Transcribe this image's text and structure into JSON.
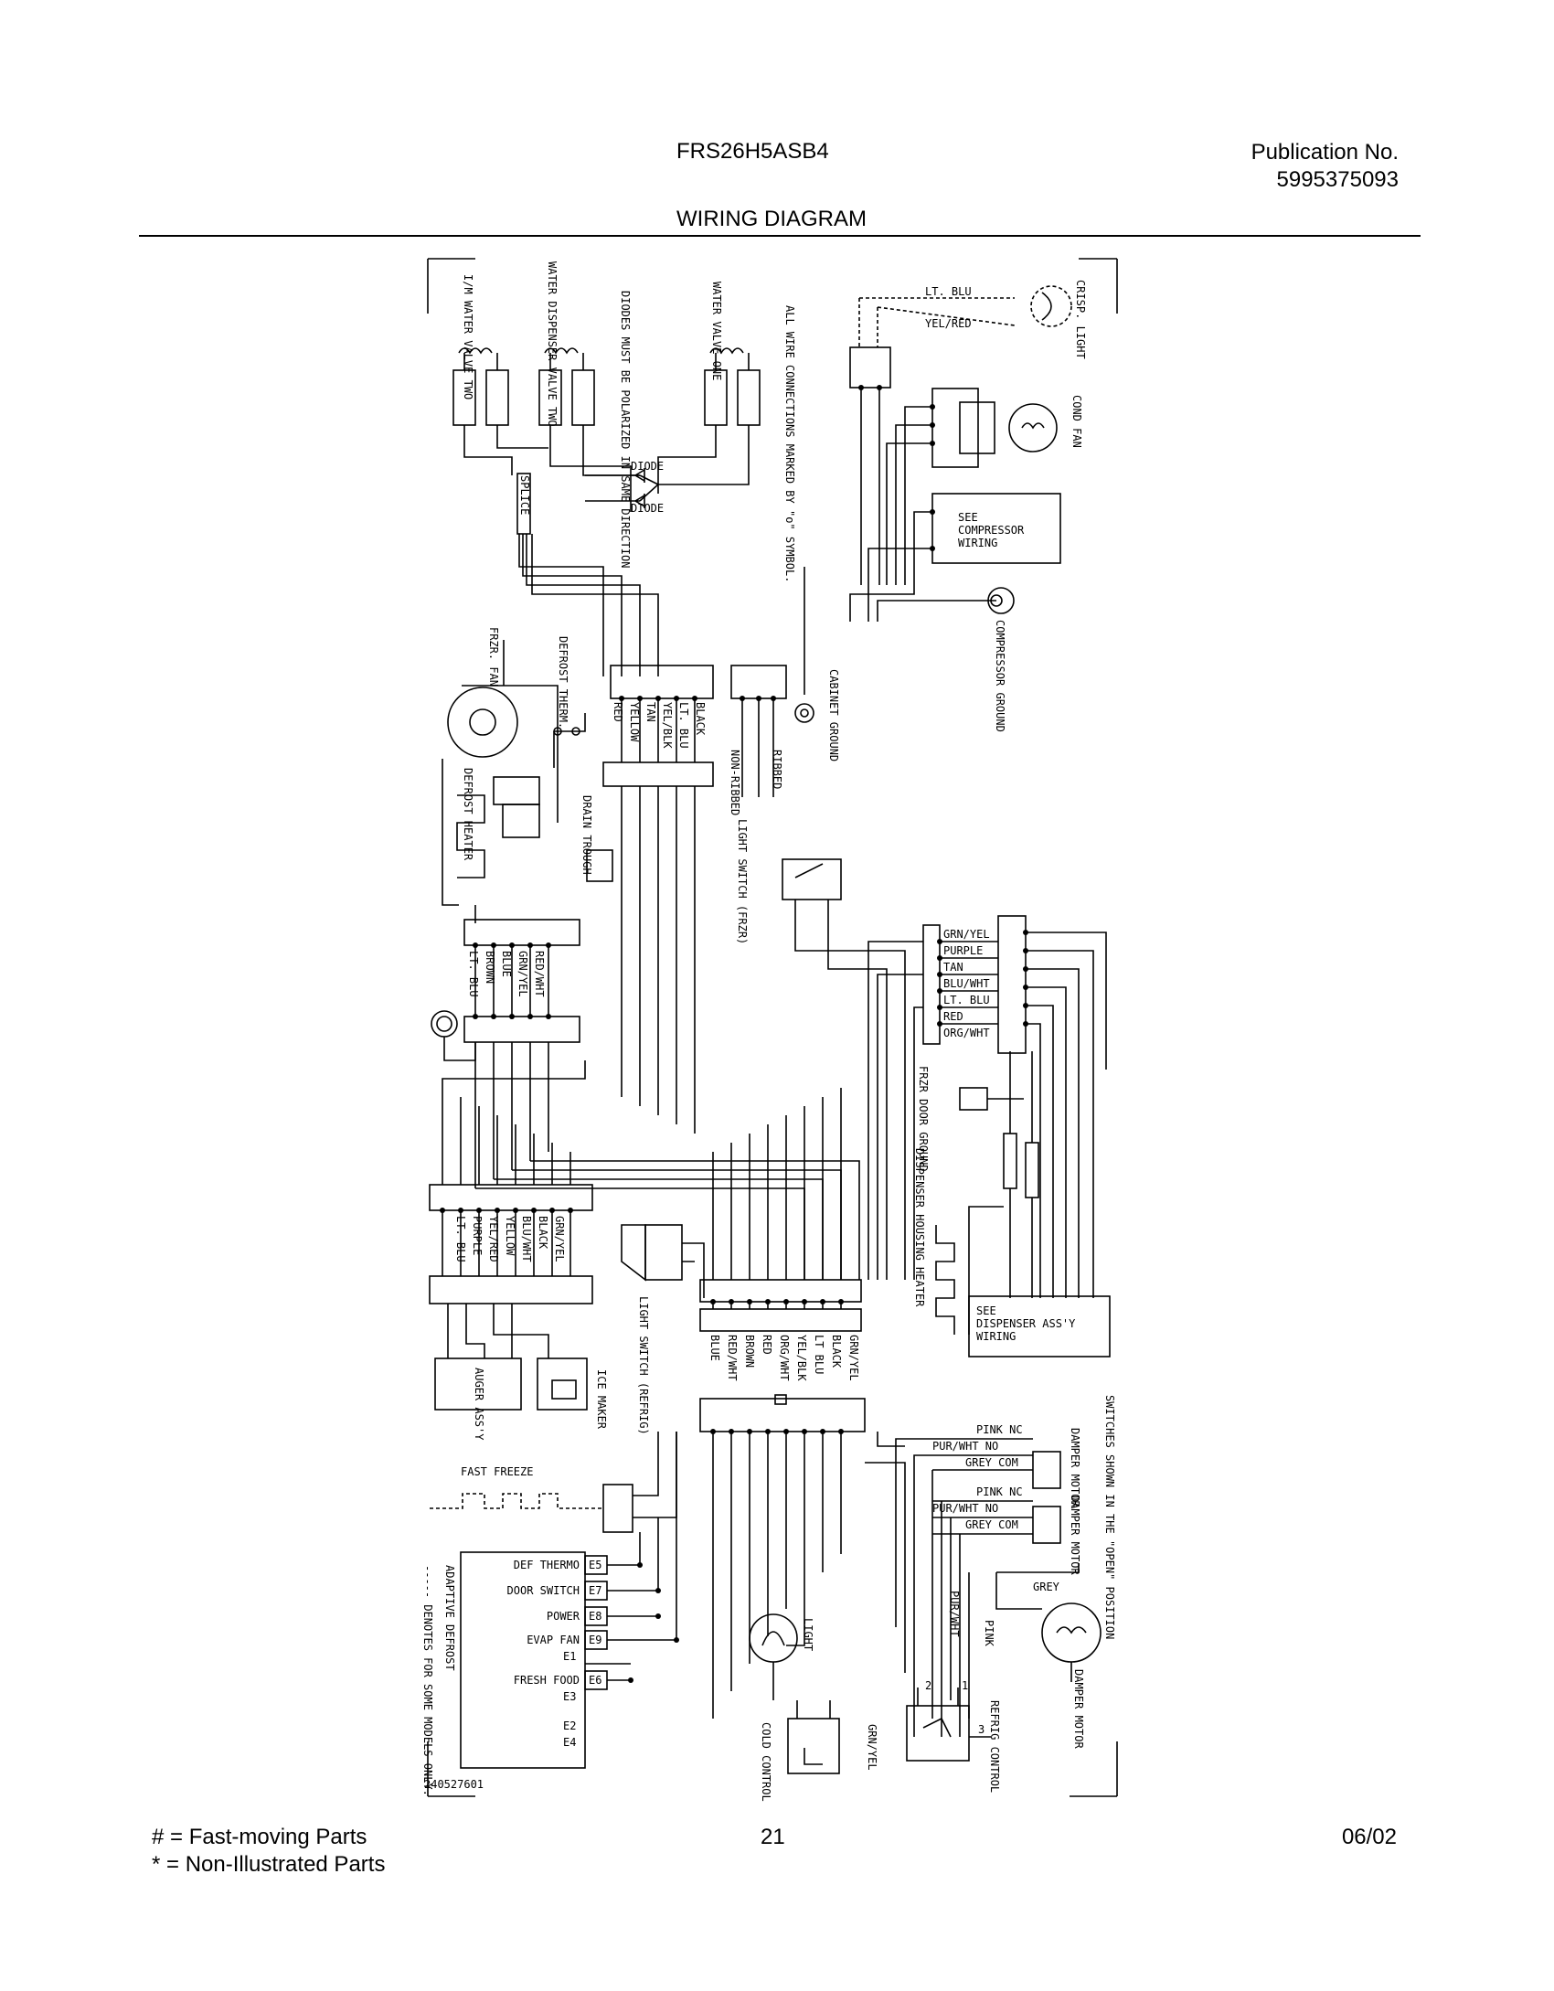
{
  "header": {
    "model": "FRS26H5ASB4",
    "publication_label": "Publication No.",
    "publication_number": "5995375093",
    "title": "WIRING DIAGRAM"
  },
  "footer": {
    "legend_fast": "# = Fast-moving Parts",
    "legend_non": "* = Non-Illustrated Parts",
    "page": "21",
    "date": "06/02"
  },
  "diagram": {
    "top_components": {
      "im_water_valve": "I/M WATER VALVE TWO",
      "dispenser_water_valve": "WATER DISPENSER VALVE TWO",
      "diodes_note": "DIODES MUST BE POLARIZED IN SAME DIRECTION",
      "water_valve_one": "WATER VALVE ONE",
      "connections_note": "ALL WIRE CONNECTIONS MARKED BY \"o\" SYMBOL.",
      "crisp_light": "CRISP. LIGHT",
      "cond_fan": "COND FAN",
      "compressor_wiring": "SEE COMPRESSOR WIRING",
      "compressor_ground": "COMPRESSOR GROUND",
      "cabinet_ground": "CABINET GROUND",
      "diode": "DIODE",
      "splice": "SPLICE"
    },
    "wire_colors": {
      "lt_blu": "LT. BLU",
      "yel_red": "YEL/RED"
    },
    "connector_top_wires": [
      "BLACK",
      "LT. BLU",
      "YEL/BLK",
      "TAN",
      "YELLOW",
      "RED"
    ],
    "ribbed": "RIBBED",
    "non_ribbed": "NON-RIBBED",
    "left_components": {
      "frzr_fan": "FRZR. FAN",
      "defrost_therm": "DEFROST THERM.",
      "defrost_heater": "DEFROST HEATER",
      "drain_trough": "DRAIN TROUGH",
      "light_switch_frzr": "LIGHT SWITCH (FRZR)"
    },
    "connector_left_wires": [
      "LT. BLU",
      "BROWN",
      "BLUE",
      "GRN/YEL",
      "RED/WHT"
    ],
    "door_connector_wires": [
      "GRN/YEL",
      "PURPLE",
      "TAN",
      "BLU/WHT",
      "LT. BLU",
      "RED",
      "ORG/WHT"
    ],
    "frzr_door_ground": "FRZR DOOR GROUND",
    "dispenser_housing_heater": "DISPENSER HOUSING HEATER",
    "dispenser_assy_wiring": "SEE DISPENSER ASS'Y WIRING",
    "ice_connector_wires": [
      "GRN/YEL",
      "BLACK",
      "BLU/WHT",
      "YELLOW",
      "YEL/RED",
      "PURPLE",
      "LT. BLU"
    ],
    "auger_assy": "AUGER ASS'Y",
    "ice_maker": "ICE MAKER",
    "light_switch_refrig": "LIGHT SWITCH (REFRIG)",
    "refrig_connector_wires": [
      "GRN/YEL",
      "BLACK",
      "LT BLU",
      "YEL/BLK",
      "ORG/WHT",
      "RED",
      "BROWN",
      "RED/WHT",
      "BLUE"
    ],
    "switches_note": "SWITCHES SHOWN IN THE \"OPEN\" POSITION",
    "damper_motor_1": {
      "label": "DAMPER MOTOR",
      "pink": "PINK NC",
      "pur": "PUR/WHT NO",
      "grey": "GREY COM"
    },
    "damper_motor_2": {
      "label": "DAMPER MOTOR",
      "pink": "PINK NC",
      "pur": "PUR/WHT NO",
      "grey": "GREY COM"
    },
    "fast_freeze": "FAST FREEZE",
    "adaptive_defrost": "ADAPTIVE DEFROST",
    "denotes_note": "----- DENOTES FOR SOME MODELS ONLY.",
    "control_terminals": [
      {
        "name": "DEF THERMO",
        "term": "E5"
      },
      {
        "name": "DOOR SWITCH",
        "term": "E7"
      },
      {
        "name": "POWER",
        "term": "E8"
      },
      {
        "name": "EVAP FAN",
        "term": "E9"
      },
      {
        "name": "",
        "term": "E1"
      },
      {
        "name": "FRESH FOOD",
        "term": "E6"
      },
      {
        "name": "",
        "term": "E3"
      },
      {
        "name": "",
        "term": "E2"
      },
      {
        "name": "",
        "term": "E4"
      }
    ],
    "light": "LIGHT",
    "cold_control": "COLD CONTROL",
    "refrig_control": "REFRIG CONTROL",
    "damper_motor_bottom": "DAMPER MOTOR",
    "grey": "GREY",
    "pur_wht": "PUR/WHT",
    "pink": "PINK",
    "grn_yel": "GRN/YEL",
    "part_number": "240527601",
    "term_numbers": [
      "2",
      "1",
      "3"
    ]
  }
}
